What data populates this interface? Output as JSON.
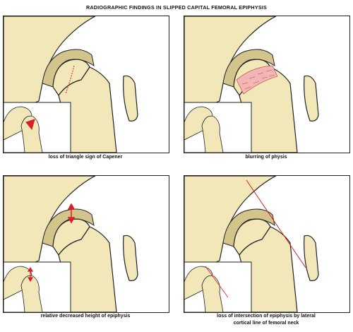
{
  "title": "RADIOGRAPHIC FINDINGS IN SLIPPED CAPITAL FEMORAL EPIPHYSIS",
  "colors": {
    "bone": "#f2e7b8",
    "bone_shadow": "#d2c48a",
    "outline": "#222222",
    "highlight": "#d81f26",
    "physis_pink": "#f3b6b6",
    "physis_lines": "#c0392b"
  },
  "panels": [
    {
      "id": "panel-1",
      "caption": "loss of triangle sign of Capener"
    },
    {
      "id": "panel-2",
      "caption": "blurring of physis"
    },
    {
      "id": "panel-3",
      "caption": "relative decreased height of epiphysis"
    },
    {
      "id": "panel-4",
      "caption_line1": "loss of intersection of epiphysis by lateral",
      "caption_line2": "cortical line of femoral neck"
    }
  ]
}
